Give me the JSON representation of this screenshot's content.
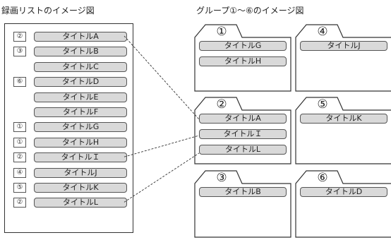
{
  "titles": {
    "left": "録画リストのイメージ図",
    "right": "グループ①～⑥のイメージ図"
  },
  "recordings": [
    {
      "group": "②",
      "title": "タイトルA"
    },
    {
      "group": "③",
      "title": "タイトルB"
    },
    {
      "group": "",
      "title": "タイトルC"
    },
    {
      "group": "⑥",
      "title": "タイトルD"
    },
    {
      "group": "",
      "title": "タイトルE"
    },
    {
      "group": "",
      "title": "タイトルF"
    },
    {
      "group": "①",
      "title": "タイトルG"
    },
    {
      "group": "①",
      "title": "タイトルH"
    },
    {
      "group": "②",
      "title": "タイトルＩ"
    },
    {
      "group": "④",
      "title": "タイトルJ"
    },
    {
      "group": "⑤",
      "title": "タイトルK"
    },
    {
      "group": "②",
      "title": "タイトルL"
    }
  ],
  "groups": [
    {
      "number": "①",
      "titles": [
        "タイトルG",
        "タイトルH"
      ]
    },
    {
      "number": "④",
      "titles": [
        "タイトルJ"
      ]
    },
    {
      "number": "②",
      "titles": [
        "タイトルA",
        "タイトルＩ",
        "タイトルL"
      ]
    },
    {
      "number": "⑤",
      "titles": [
        "タイトルK"
      ]
    },
    {
      "number": "③",
      "titles": [
        "タイトルB"
      ]
    },
    {
      "number": "⑥",
      "titles": [
        "タイトルD"
      ]
    }
  ]
}
